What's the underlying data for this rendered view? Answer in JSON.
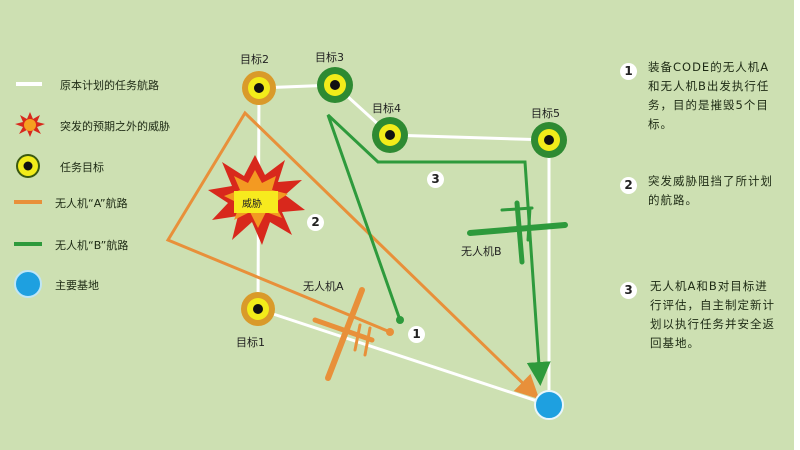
{
  "legend": [
    {
      "icon": "white-line-icon",
      "label": "原本计划的任务航路"
    },
    {
      "icon": "explosion-icon",
      "label": "突发的预期之外的威胁"
    },
    {
      "icon": "target-icon",
      "label": "任务目标"
    },
    {
      "icon": "orange-line-icon",
      "label": "无人机“A”航路"
    },
    {
      "icon": "green-line-icon",
      "label": "无人机“B”航路"
    },
    {
      "icon": "blue-circle-icon",
      "label": "主要基地"
    }
  ],
  "targets": [
    "目标1",
    "目标2",
    "目标3",
    "目标4",
    "目标5"
  ],
  "threat_label": "威胁",
  "drones": {
    "a": "无人机A",
    "b": "无人机B"
  },
  "markers": [
    "1",
    "2",
    "3"
  ],
  "notes": [
    {
      "num": "1",
      "text": "装备CODE的无人机A和无人机B出发执行任务，目的是摧毁5个目标。"
    },
    {
      "num": "2",
      "text": "突发威胁阻挡了所计划的航路。"
    },
    {
      "num": "3",
      "text": "无人机A和B对目标进行评估，自主制定新计划以执行任务并安全返回基地。"
    }
  ],
  "colors": {
    "background": "#cde0b2",
    "orange": "#e8903a",
    "green": "#2e9a3c",
    "base": "#1ea0e0",
    "white_route": "#ffffff"
  }
}
